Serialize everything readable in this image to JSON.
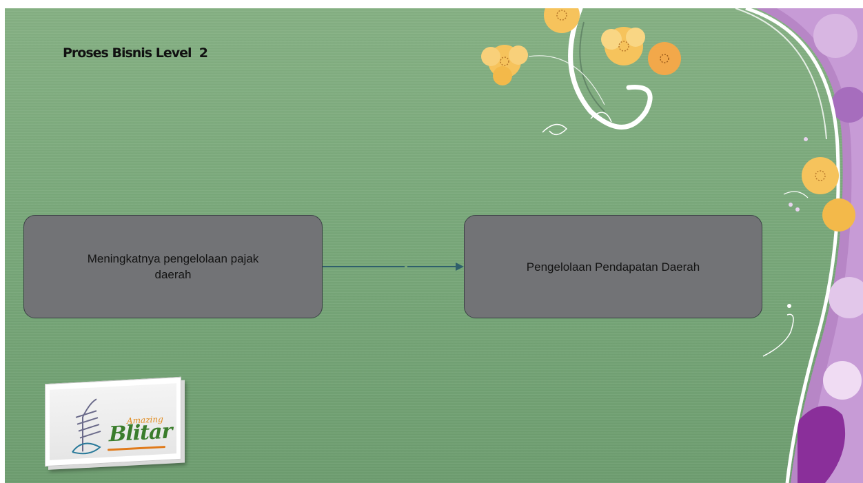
{
  "slide": {
    "title": "Proses Bisnis Level  2"
  },
  "diagram": {
    "nodes": [
      {
        "id": "source",
        "label_line1": "Meningkatnya pengelolaan pajak",
        "label_line2": "daerah"
      },
      {
        "id": "target",
        "label": "Pengelolaan Pendapatan Daerah"
      }
    ],
    "edges": [
      {
        "from": "source",
        "to": "target"
      }
    ]
  },
  "logo": {
    "small_text": "Amazing",
    "main_text": "Blitar"
  },
  "colors": {
    "background": "#7aa97b",
    "box_fill": "#727376",
    "arrow": "#2f5f6b",
    "flower_yellow": "#f6c35c",
    "border_purple": "#b788c8"
  }
}
